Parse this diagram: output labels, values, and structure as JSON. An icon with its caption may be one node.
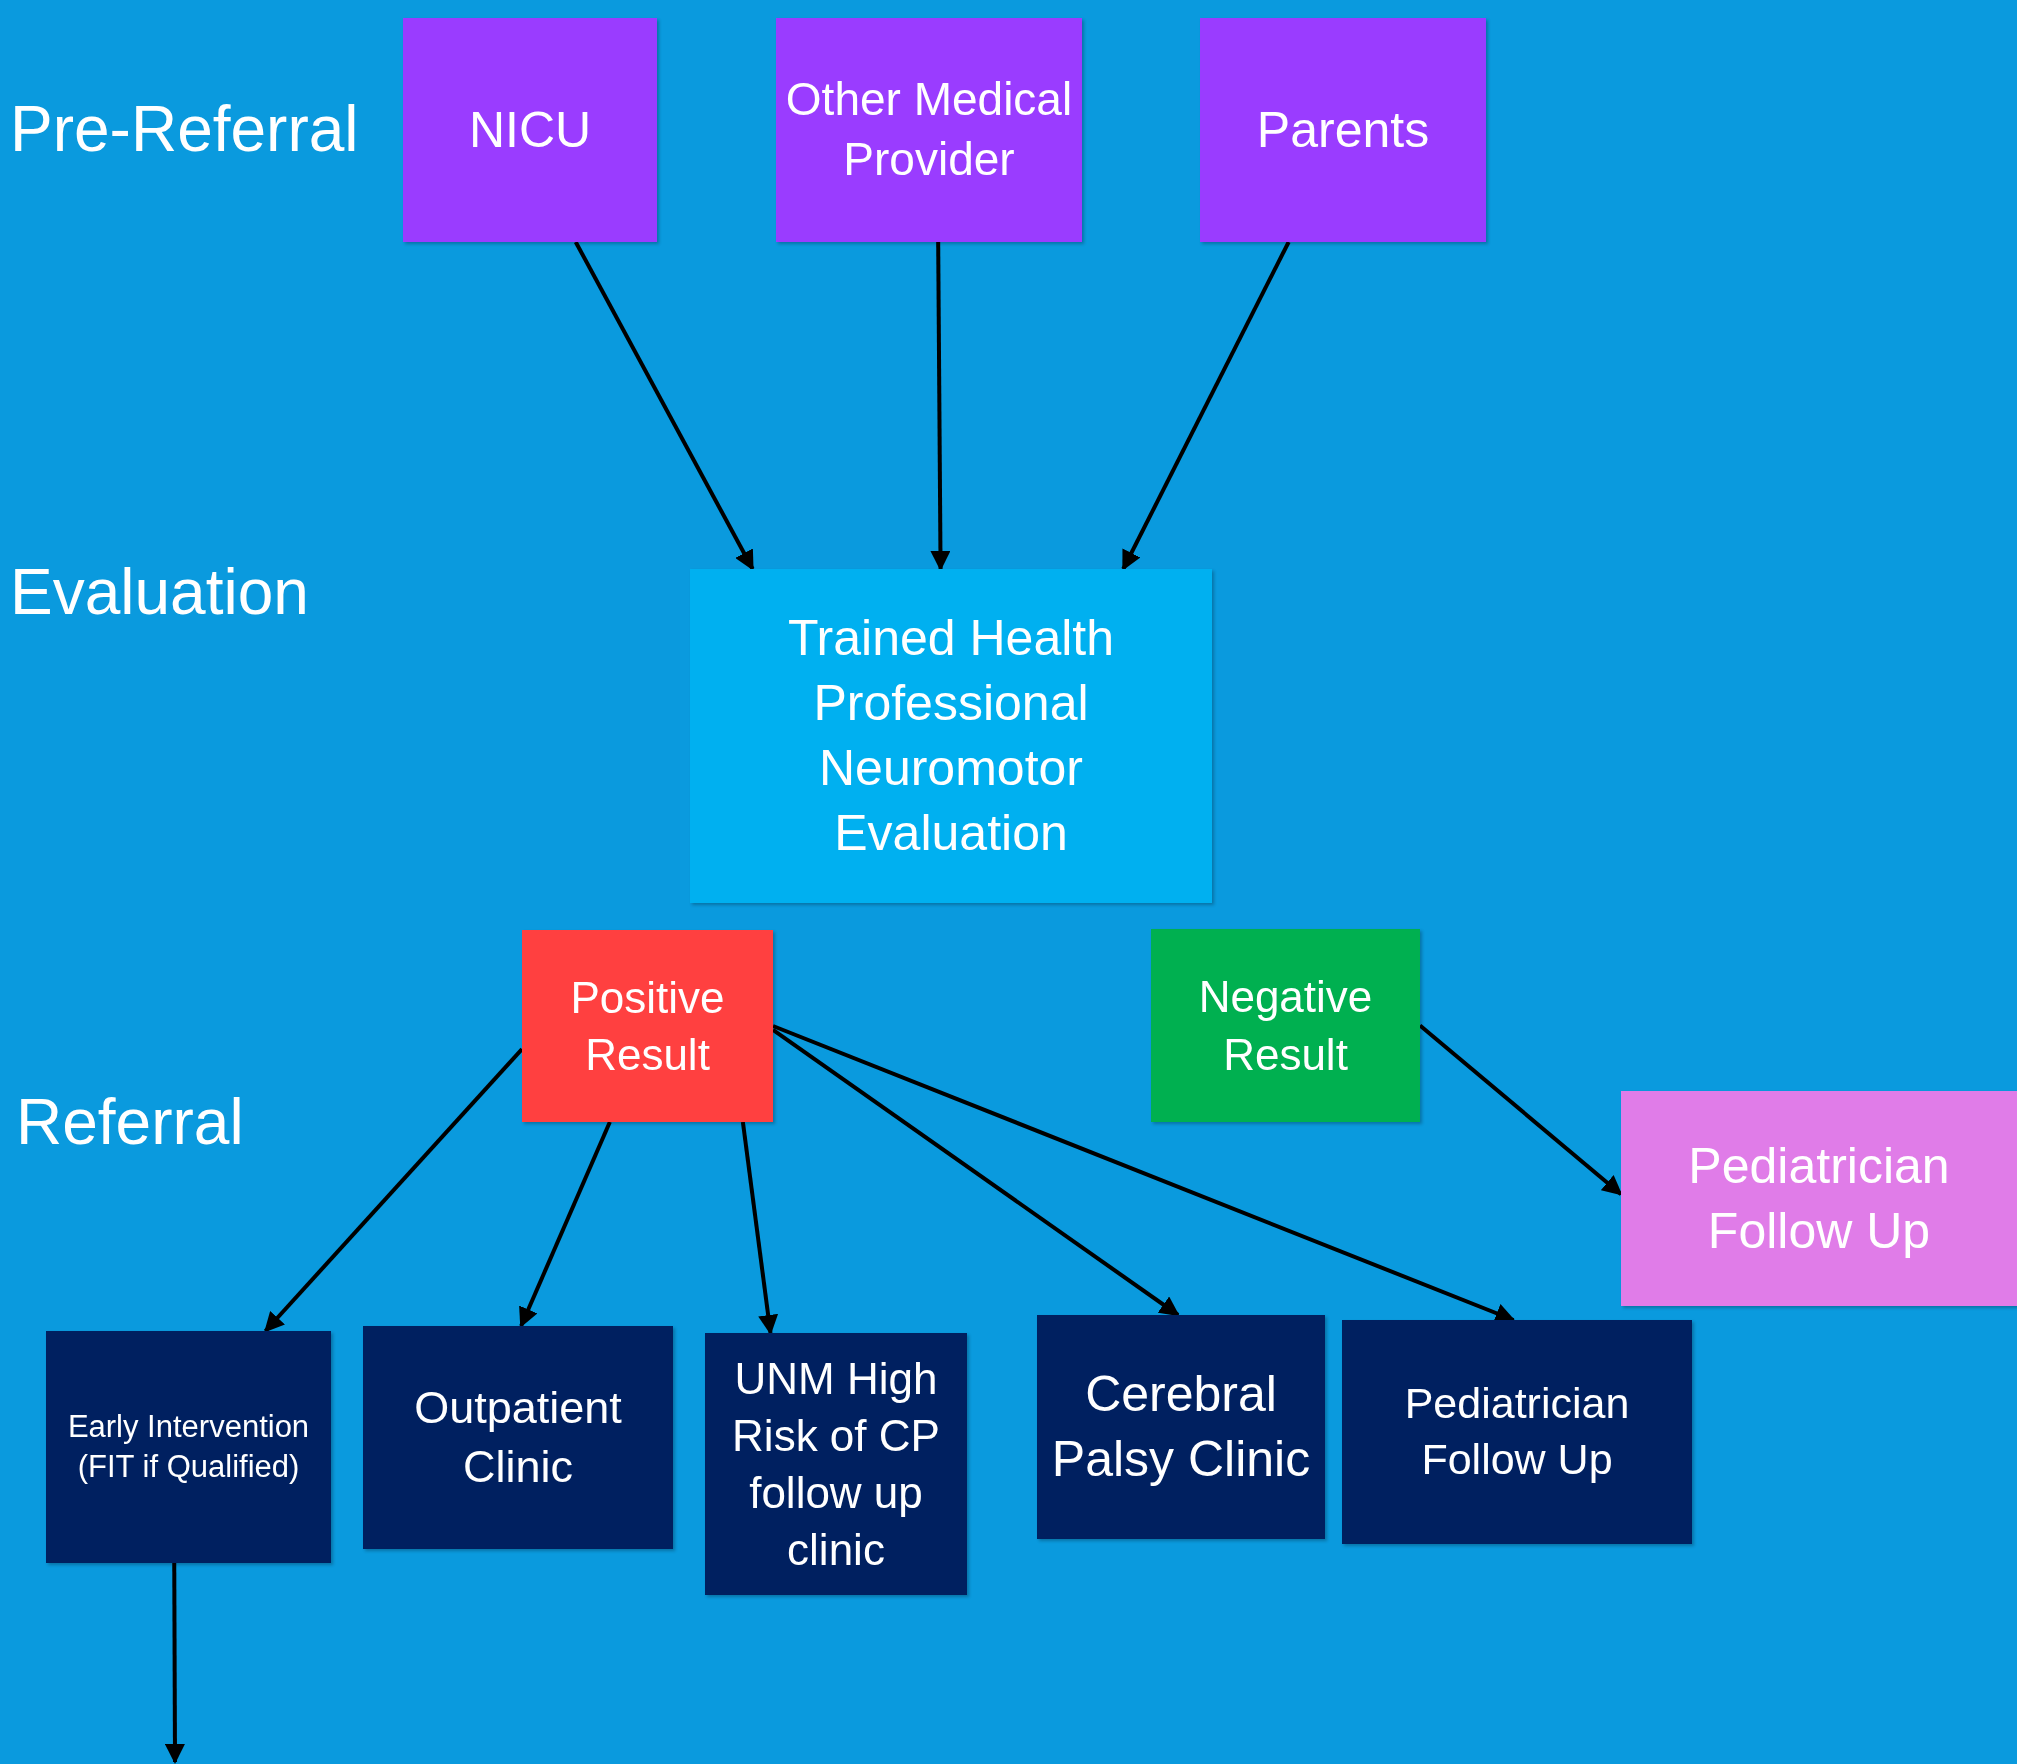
{
  "diagram": {
    "nodes": [
      {
        "text": [
          "NICU"
        ]
      },
      {
        "text": [
          "Other Medical Provider"
        ]
      },
      {
        "text": [
          "Parents"
        ]
      },
      {
        "text": [
          "Trained Health Professional Neuromotor Evaluation"
        ]
      },
      {
        "text": [
          "Positive Result"
        ]
      },
      {
        "text": [
          "Negative Result"
        ]
      },
      {
        "text": [
          "Pediatrician Follow Up"
        ]
      },
      {
        "text": [
          "Early Intervention (FIT if Qualified)"
        ]
      },
      {
        "text": [
          "Outpatient Clinic"
        ]
      },
      {
        "text": [
          "UNM High Risk of CP follow up clinic"
        ]
      },
      {
        "text": [
          "Cerebral Palsy Clinic"
        ]
      },
      {
        "text": [
          "Pediatrician Follow Up"
        ]
      }
    ],
    "edges": [
      {
        "from": 0,
        "to": 3,
        "arrow": "to"
      },
      {
        "from": 1,
        "to": 3,
        "arrow": "to"
      },
      {
        "from": 2,
        "to": 3,
        "arrow": "to"
      },
      {
        "from": 4,
        "to": 7,
        "arrow": "to"
      },
      {
        "from": 4,
        "to": 8,
        "arrow": "to"
      },
      {
        "from": 4,
        "to": 9,
        "arrow": "to"
      },
      {
        "from": 4,
        "to": 10,
        "arrow": "to"
      },
      {
        "from": 4,
        "to": 11,
        "arrow": "to"
      },
      {
        "from": 5,
        "to": 6,
        "arrow": "to"
      },
      {
        "from": 7,
        "to": null,
        "arrow": "to"
      }
    ],
    "labels": [
      "Pre-Referral",
      "Evaluation",
      "Referral"
    ]
  }
}
